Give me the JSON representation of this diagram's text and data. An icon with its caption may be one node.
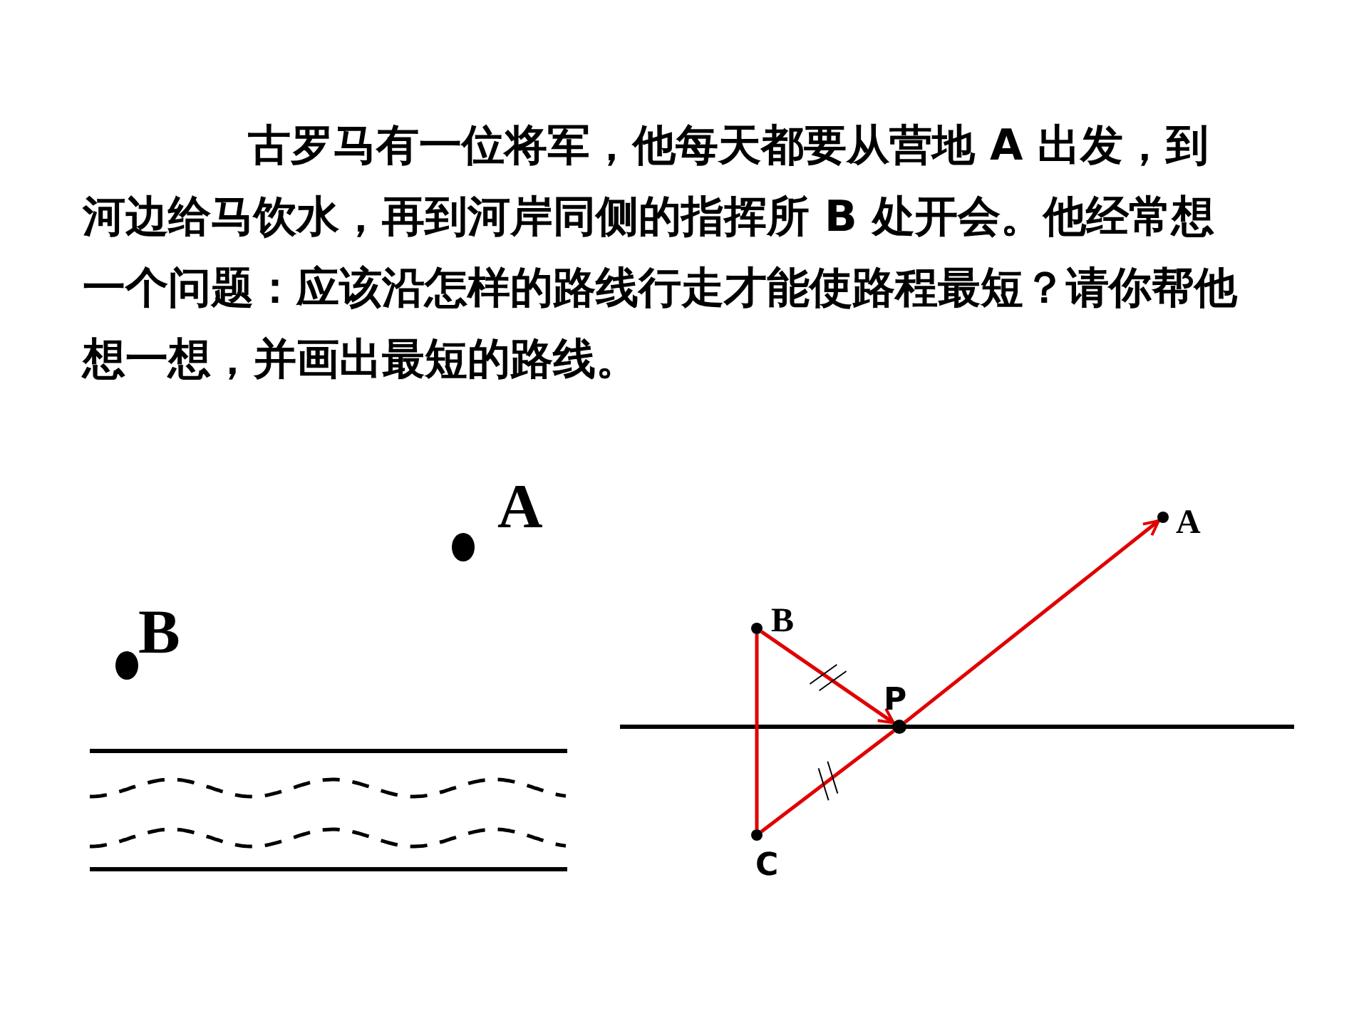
{
  "diagram": {
    "nodes": [
      {
        "text": [],
        "shape": "circle",
        "beside": [
          "A"
        ]
      },
      {
        "text": [],
        "shape": "circle",
        "beside": [
          "B"
        ]
      },
      {
        "text": [],
        "shape": "circle",
        "beside": [
          "B"
        ]
      },
      {
        "text": [],
        "shape": "circle",
        "beside": [
          "P"
        ]
      },
      {
        "text": [],
        "shape": "circle",
        "beside": [
          "A"
        ]
      },
      {
        "text": [],
        "shape": "circle",
        "beside": [
          "C"
        ]
      }
    ],
    "edges": [
      {
        "from": 2,
        "to": 3,
        "arrow": "to"
      },
      {
        "from": 3,
        "to": 4,
        "arrow": "to"
      },
      {
        "from": 2,
        "to": 5,
        "arrow": "none"
      },
      {
        "from": 5,
        "to": 3,
        "arrow": "none"
      }
    ],
    "labels": [
      "古罗马有一位将军，他每天都要从营地 A 出发，到河边给马饮水，再到河岸同侧的指挥所 B 处开会。他经常想一个问题：应该沿怎样的路线行走才能使路程最短？请你帮他想一想，并画出最短的路线。"
    ]
  }
}
